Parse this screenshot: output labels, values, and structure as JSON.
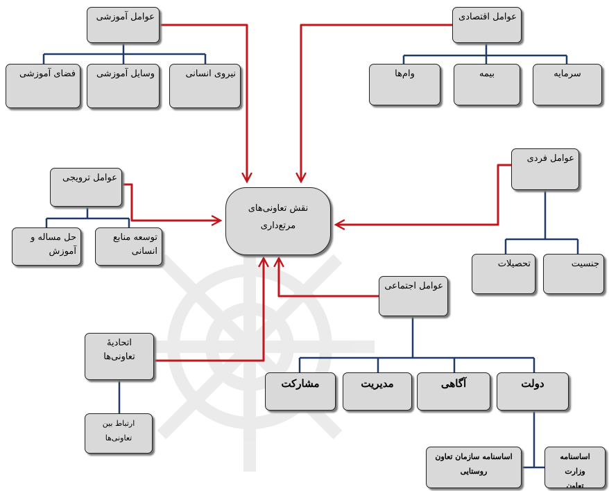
{
  "center": {
    "line1": "نقش تعاونی‌های",
    "line2": "مرتع‌داری"
  },
  "education": {
    "title": "عوامل آموزشی",
    "items": [
      "نیروی انسانی",
      "وسایل آموزشی",
      "فضای آموزشی"
    ]
  },
  "economic": {
    "title": "عوامل اقتصادی",
    "items": [
      "سرمایه",
      "بیمه",
      "وام‌ها"
    ]
  },
  "promotion": {
    "title": "عوامل ترویجی",
    "items": [
      "توسعه منابع انسانی",
      "حل مساله و آموزش"
    ]
  },
  "individual": {
    "title": "عوامل فردی",
    "items": [
      "جنسیت",
      "تحصیلات"
    ]
  },
  "social": {
    "title": "عوامل اجتماعی",
    "items": [
      "دولت",
      "آگاهی",
      "مدیریت",
      "مشارکت"
    ]
  },
  "union": {
    "title_line1": "اتحادیهٔ",
    "title_line2": "تعاونی‌ها",
    "child_line1": "ارتباط بین",
    "child_line2": "تعاونی‌ها"
  },
  "government": {
    "items": [
      {
        "line1": "اساسنامه وزارت",
        "line2": "تعاون"
      },
      {
        "line1": "اساسنامه سازمان تعاون",
        "line2": "روستایی"
      }
    ]
  },
  "colors": {
    "arrow": "#c0161c",
    "tree": "#1f3a66",
    "box_fill": "#d9d9d9"
  }
}
